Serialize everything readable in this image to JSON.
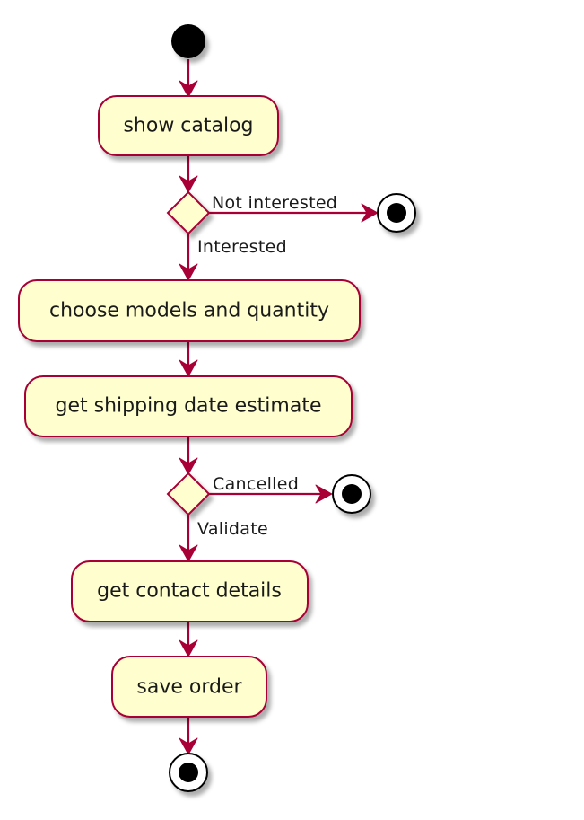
{
  "diagram": {
    "actions": {
      "show_catalog": "show catalog",
      "choose_models": "choose models and quantity",
      "shipping_estimate": "get shipping date estimate",
      "contact_details": "get contact details",
      "save_order": "save order"
    },
    "guards": {
      "not_interested": "Not interested",
      "interested": "Interested",
      "cancelled": "Cancelled",
      "validate": "Validate"
    }
  }
}
